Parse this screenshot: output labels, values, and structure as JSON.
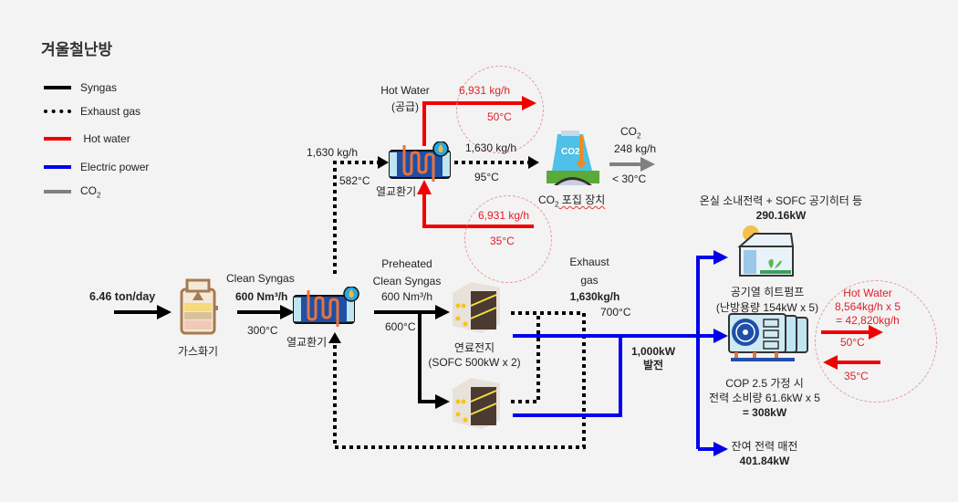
{
  "title": "겨울철난방",
  "colors": {
    "syngas": "#000000",
    "exhaust": "#000000",
    "hot_water": "#f00000",
    "electric": "#0000ee",
    "co2": "#808080",
    "label_red": "#e0202a"
  },
  "legend": [
    {
      "label": "Syngas",
      "style": "solid",
      "color": "#000000"
    },
    {
      "label": "Exhaust gas",
      "style": "dotted",
      "color": "#000000"
    },
    {
      "label": " Hot water",
      "style": "solid",
      "color": "#f00000"
    },
    {
      "label": "Electric power",
      "style": "solid",
      "color": "#0000ee"
    },
    {
      "label": "CO",
      "sub": "2",
      "style": "solid",
      "color": "#808080"
    }
  ],
  "input": {
    "feed": "6.46 ton/day"
  },
  "gasifier": {
    "label": "가스화기",
    "icon": "gasifier-icon"
  },
  "clean_syngas": {
    "title": "Clean Syngas",
    "flow": "600 Nm³/h",
    "temp": "300°C"
  },
  "hx_lower": {
    "label": "열교환기",
    "icon": "heat-exchanger-icon"
  },
  "hx_upper": {
    "label": "열교환기",
    "icon": "heat-exchanger-icon"
  },
  "preheated": {
    "line1": "Preheated",
    "line2": "Clean Syngas",
    "flow": "600 Nm³/h",
    "temp": "600°C"
  },
  "fuel_cell": {
    "line1": "연료전지",
    "line2": "(SOFC 500kW x 2)",
    "icon": "fuel-cell-icon"
  },
  "exhaust": {
    "line1": "Exhaust",
    "line2": "gas",
    "flow": "1,630kg/h",
    "temp": "700°C"
  },
  "exhaust_to_hx": {
    "flow": "1,630 kg/h",
    "temp": "582°C"
  },
  "hot_water_supply": {
    "line1": "Hot Water",
    "line2": "(공급)",
    "flow": "6,931 kg/h",
    "temp": "50°C"
  },
  "hot_water_return": {
    "flow": "6,931 kg/h",
    "temp": "35°C"
  },
  "exhaust_to_capture": {
    "flow": "1,630 kg/h",
    "temp": "95°C"
  },
  "co2_capture": {
    "label_pre": "CO",
    "label_sub": "2",
    "label_post": " 포집 장치",
    "icon": "co2-capture-icon"
  },
  "co2_out": {
    "label_pre": "CO",
    "label_sub": "2",
    "flow": "248 kg/h",
    "temp": "< 30°C"
  },
  "power": {
    "value": "1,000kW",
    "label": "발전"
  },
  "greenhouse": {
    "line1": "온실 소내전력 + SOFC 공기히터 등",
    "value": "290.16kW",
    "icon": "greenhouse-icon"
  },
  "heat_pump": {
    "line1": "공기열 히트펌프",
    "line2": "(난방용량 154kW x 5)",
    "cop_line1": "COP 2.5 가정 시",
    "cop_line2": "전력 소비량 61.6kW x 5",
    "cop_line3": "= 308kW",
    "icon": "heat-pump-icon"
  },
  "hp_hot_water": {
    "title": "Hot Water",
    "line1": "8,564kg/h x 5",
    "line2": "= 42,820kg/h",
    "supply_temp": "50°C",
    "return_temp": "35°C"
  },
  "surplus": {
    "line1": "잔여 전력 매전",
    "value": "401.84kW"
  }
}
